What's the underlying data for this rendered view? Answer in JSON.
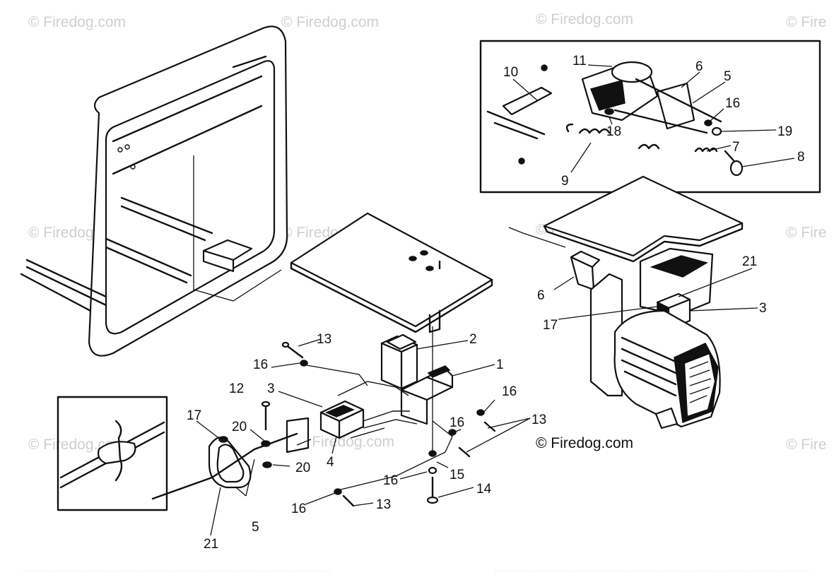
{
  "watermarks": {
    "wm1": "© Firedog.com",
    "wm2": "© Firedog.com",
    "wm3": "© Firedog.com",
    "wm4": "© Fire",
    "wm5": "© Firedog.com",
    "wm6": "© Firedog.com",
    "wm7": "© Firedog.com",
    "wm8": "© Fire",
    "wm9": "© Firedog.com",
    "wm10": "© Firedog.com",
    "wm11": "© Fire",
    "main": "© Firedog.com"
  },
  "callouts": {
    "inset": {
      "c11": "11",
      "c10": "10",
      "c6": "6",
      "c5": "5",
      "c16": "16",
      "c18": "18",
      "c19": "19",
      "c7": "7",
      "c8": "8",
      "c9": "9"
    },
    "right": {
      "c21": "21",
      "c6": "6",
      "c3": "3",
      "c17": "17"
    },
    "center": {
      "c13a": "13",
      "c2": "2",
      "c16a": "16",
      "c1": "1",
      "c3": "3",
      "c12": "12",
      "c16b": "16",
      "c13b": "13",
      "c17": "17",
      "c20a": "20",
      "c16c": "16",
      "c4": "4",
      "c20b": "20",
      "c16d": "16",
      "c15": "15",
      "c14": "14",
      "c16e": "16",
      "c13c": "13",
      "c5": "5",
      "c21": "21"
    }
  },
  "colors": {
    "ink": "#111111",
    "watermark": "#cfcfcf",
    "paper": "#ffffff"
  }
}
